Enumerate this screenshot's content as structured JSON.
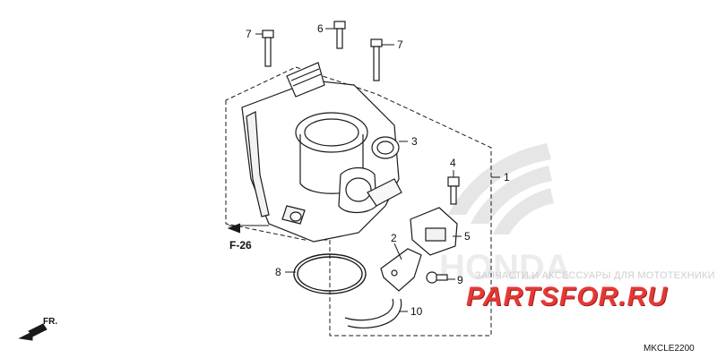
{
  "callouts": [
    {
      "id": "c1",
      "num": "1"
    },
    {
      "id": "c2",
      "num": "2"
    },
    {
      "id": "c3",
      "num": "3"
    },
    {
      "id": "c4",
      "num": "4"
    },
    {
      "id": "c5",
      "num": "5"
    },
    {
      "id": "c6",
      "num": "6"
    },
    {
      "id": "c7a",
      "num": "7"
    },
    {
      "id": "c7b",
      "num": "7"
    },
    {
      "id": "c8",
      "num": "8"
    },
    {
      "id": "c9",
      "num": "9"
    },
    {
      "id": "c10",
      "num": "10"
    }
  ],
  "reference": "F-26",
  "diagram_code": "MKCLE2200",
  "direction_label": "FR.",
  "watermark": {
    "text": "ЗАПЧАСТИ И АКСЕССУАРЫ ДЛЯ МОТОТЕХНИКИ",
    "logo": "PARTSFOR.RU",
    "background_brand": "HONDA"
  },
  "colors": {
    "line": "#1a1a1a",
    "watermark_logo": "#e53935",
    "watermark_grey": "#dcdcdc"
  }
}
